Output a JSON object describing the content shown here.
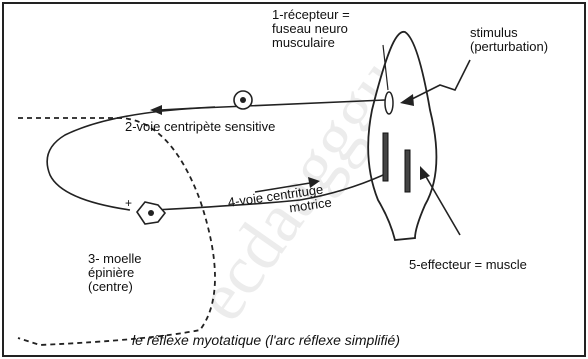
{
  "labels": {
    "recepteur": [
      "1-récepteur =",
      "fuseau neuro",
      "musculaire"
    ],
    "stimulus": [
      "stimulus",
      "(perturbation)"
    ],
    "voie_centripete": "2-voie centripète sensitive",
    "voie_centrifuge": [
      "4-voie centrituge",
      "motrice"
    ],
    "moelle": [
      "3- moelle",
      "épinière",
      "(centre)"
    ],
    "effecteur": "5-effecteur = muscle",
    "plus_sign": "+"
  },
  "caption": "le réflexe myotatique (l'arc réflexe simplifié)",
  "watermark": "ecdaagggu",
  "colors": {
    "ink": "#111111",
    "border": "#222222",
    "background": "#ffffff"
  }
}
